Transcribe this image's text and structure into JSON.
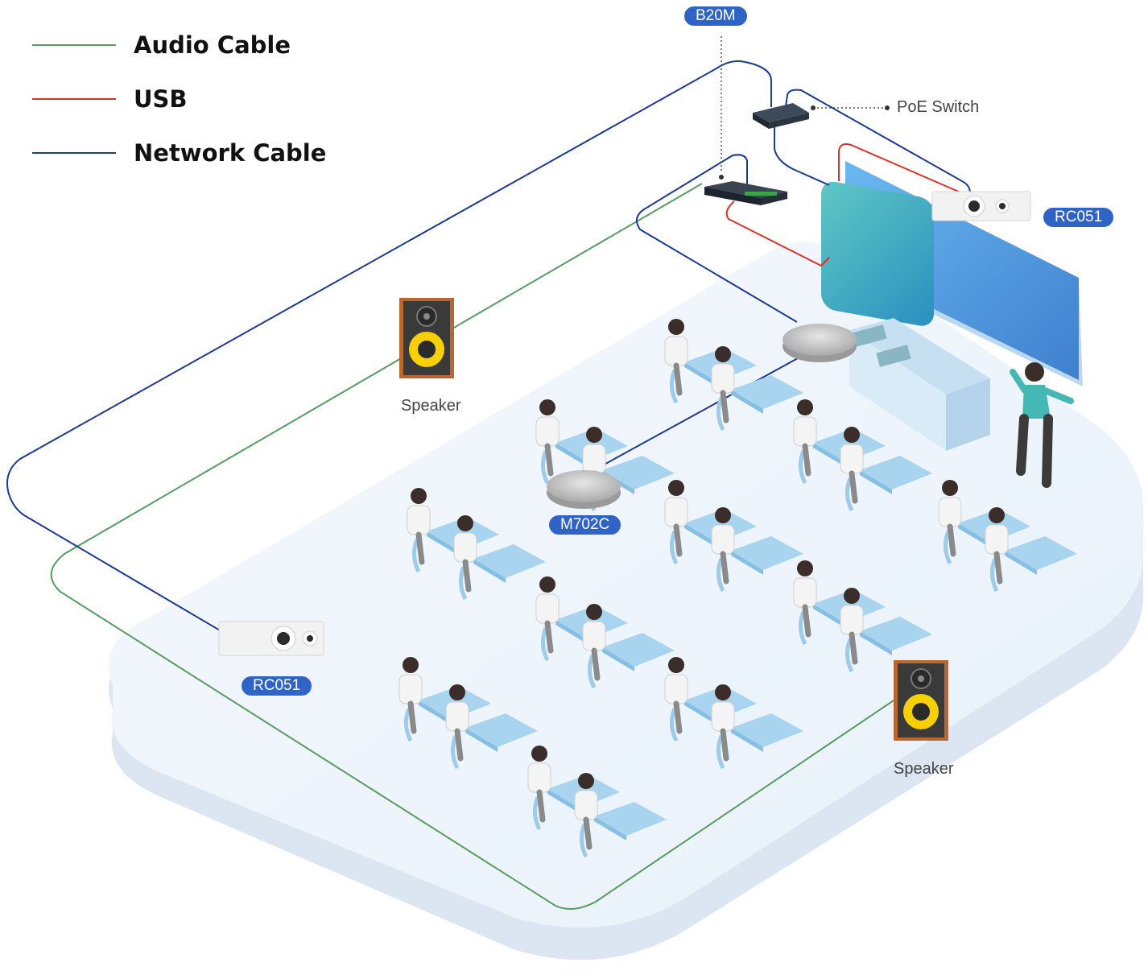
{
  "legend": [
    {
      "label": "Audio Cable",
      "color": "#5a9a64"
    },
    {
      "label": "USB",
      "color": "#d8342b"
    },
    {
      "label": "Network Cable",
      "color": "#1e3a8f"
    }
  ],
  "devices": {
    "b20m": "B20M",
    "poe_switch": "PoE Switch",
    "rc051_front": "RC051",
    "rc051_back": "RC051",
    "m702c": "M702C",
    "speaker_left": "Speaker",
    "speaker_right": "Speaker"
  },
  "colors": {
    "tag": "#2f63c5",
    "floor": "#eef5fb",
    "screen": "#4f9be0",
    "panel": "#3cb0c0"
  }
}
